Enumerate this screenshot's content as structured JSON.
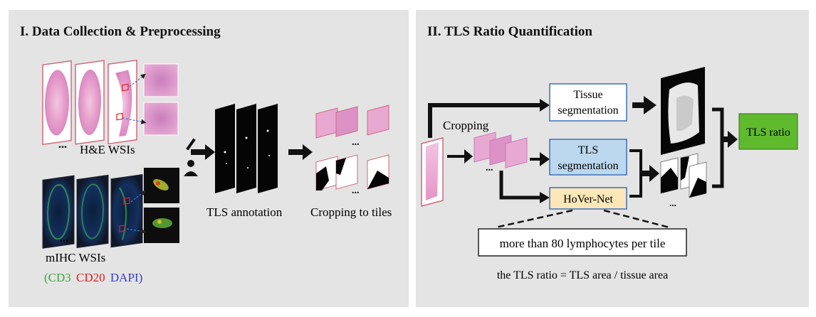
{
  "panel1": {
    "title": "I. Data Collection & Preprocessing",
    "he_label": "H&E WSIs",
    "mihc_label": "mIHC WSIs",
    "stain_labels": [
      {
        "text": "(CD3",
        "color": "#3aaa3a"
      },
      {
        "text": "CD20",
        "color": "#e02020"
      },
      {
        "text": "DAPI)",
        "color": "#3a3ac8"
      }
    ],
    "annotation_label": "TLS annotation",
    "tiles_label": "Cropping to tiles",
    "ellipsis": "..."
  },
  "panel2": {
    "title": "II. TLS Ratio Quantification",
    "cropping_label": "Cropping",
    "tissue_seg_line1": "Tissue",
    "tissue_seg_line2": "segmentation",
    "tls_seg_line1": "TLS",
    "tls_seg_line2": "segmentation",
    "hovernet": "HoVer-Net",
    "tls_ratio": "TLS ratio",
    "criterion": "more than 80 lymphocytes per tile",
    "formula": "the TLS ratio = TLS area / tissue area",
    "ellipsis": "..."
  },
  "colors": {
    "panel_bg": "#e4e4e4",
    "he_pink": "#e8a6cc",
    "seg_box_border": "#3f6fb6",
    "tls_seg_fill": "#bcd8ef",
    "hovernet_fill": "#fbe7b8",
    "tls_ratio_fill": "#5fba2e"
  }
}
